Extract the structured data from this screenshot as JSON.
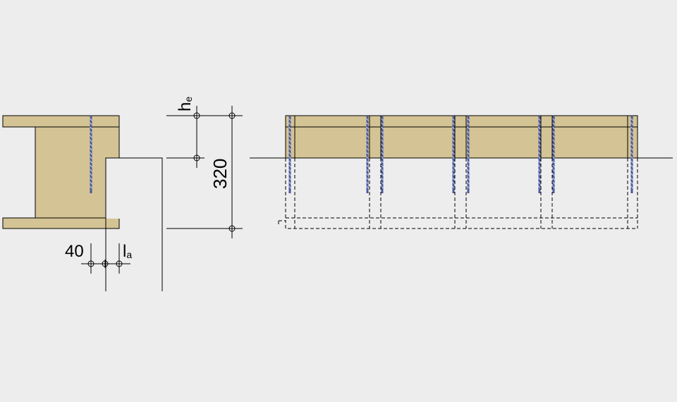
{
  "labels": {
    "dimension_height": "320",
    "dimension_edge": "40",
    "symbol_he": "h",
    "symbol_he_sub": "e",
    "symbol_la": "l",
    "symbol_la_sub": "a"
  },
  "colors": {
    "background": "#ededed",
    "timber": "#d4c394",
    "line": "#000000",
    "screw": "#4a5a9a"
  },
  "icons": {
    "screw": "screw-icon",
    "dimension_marker": "circle-marker-icon"
  }
}
